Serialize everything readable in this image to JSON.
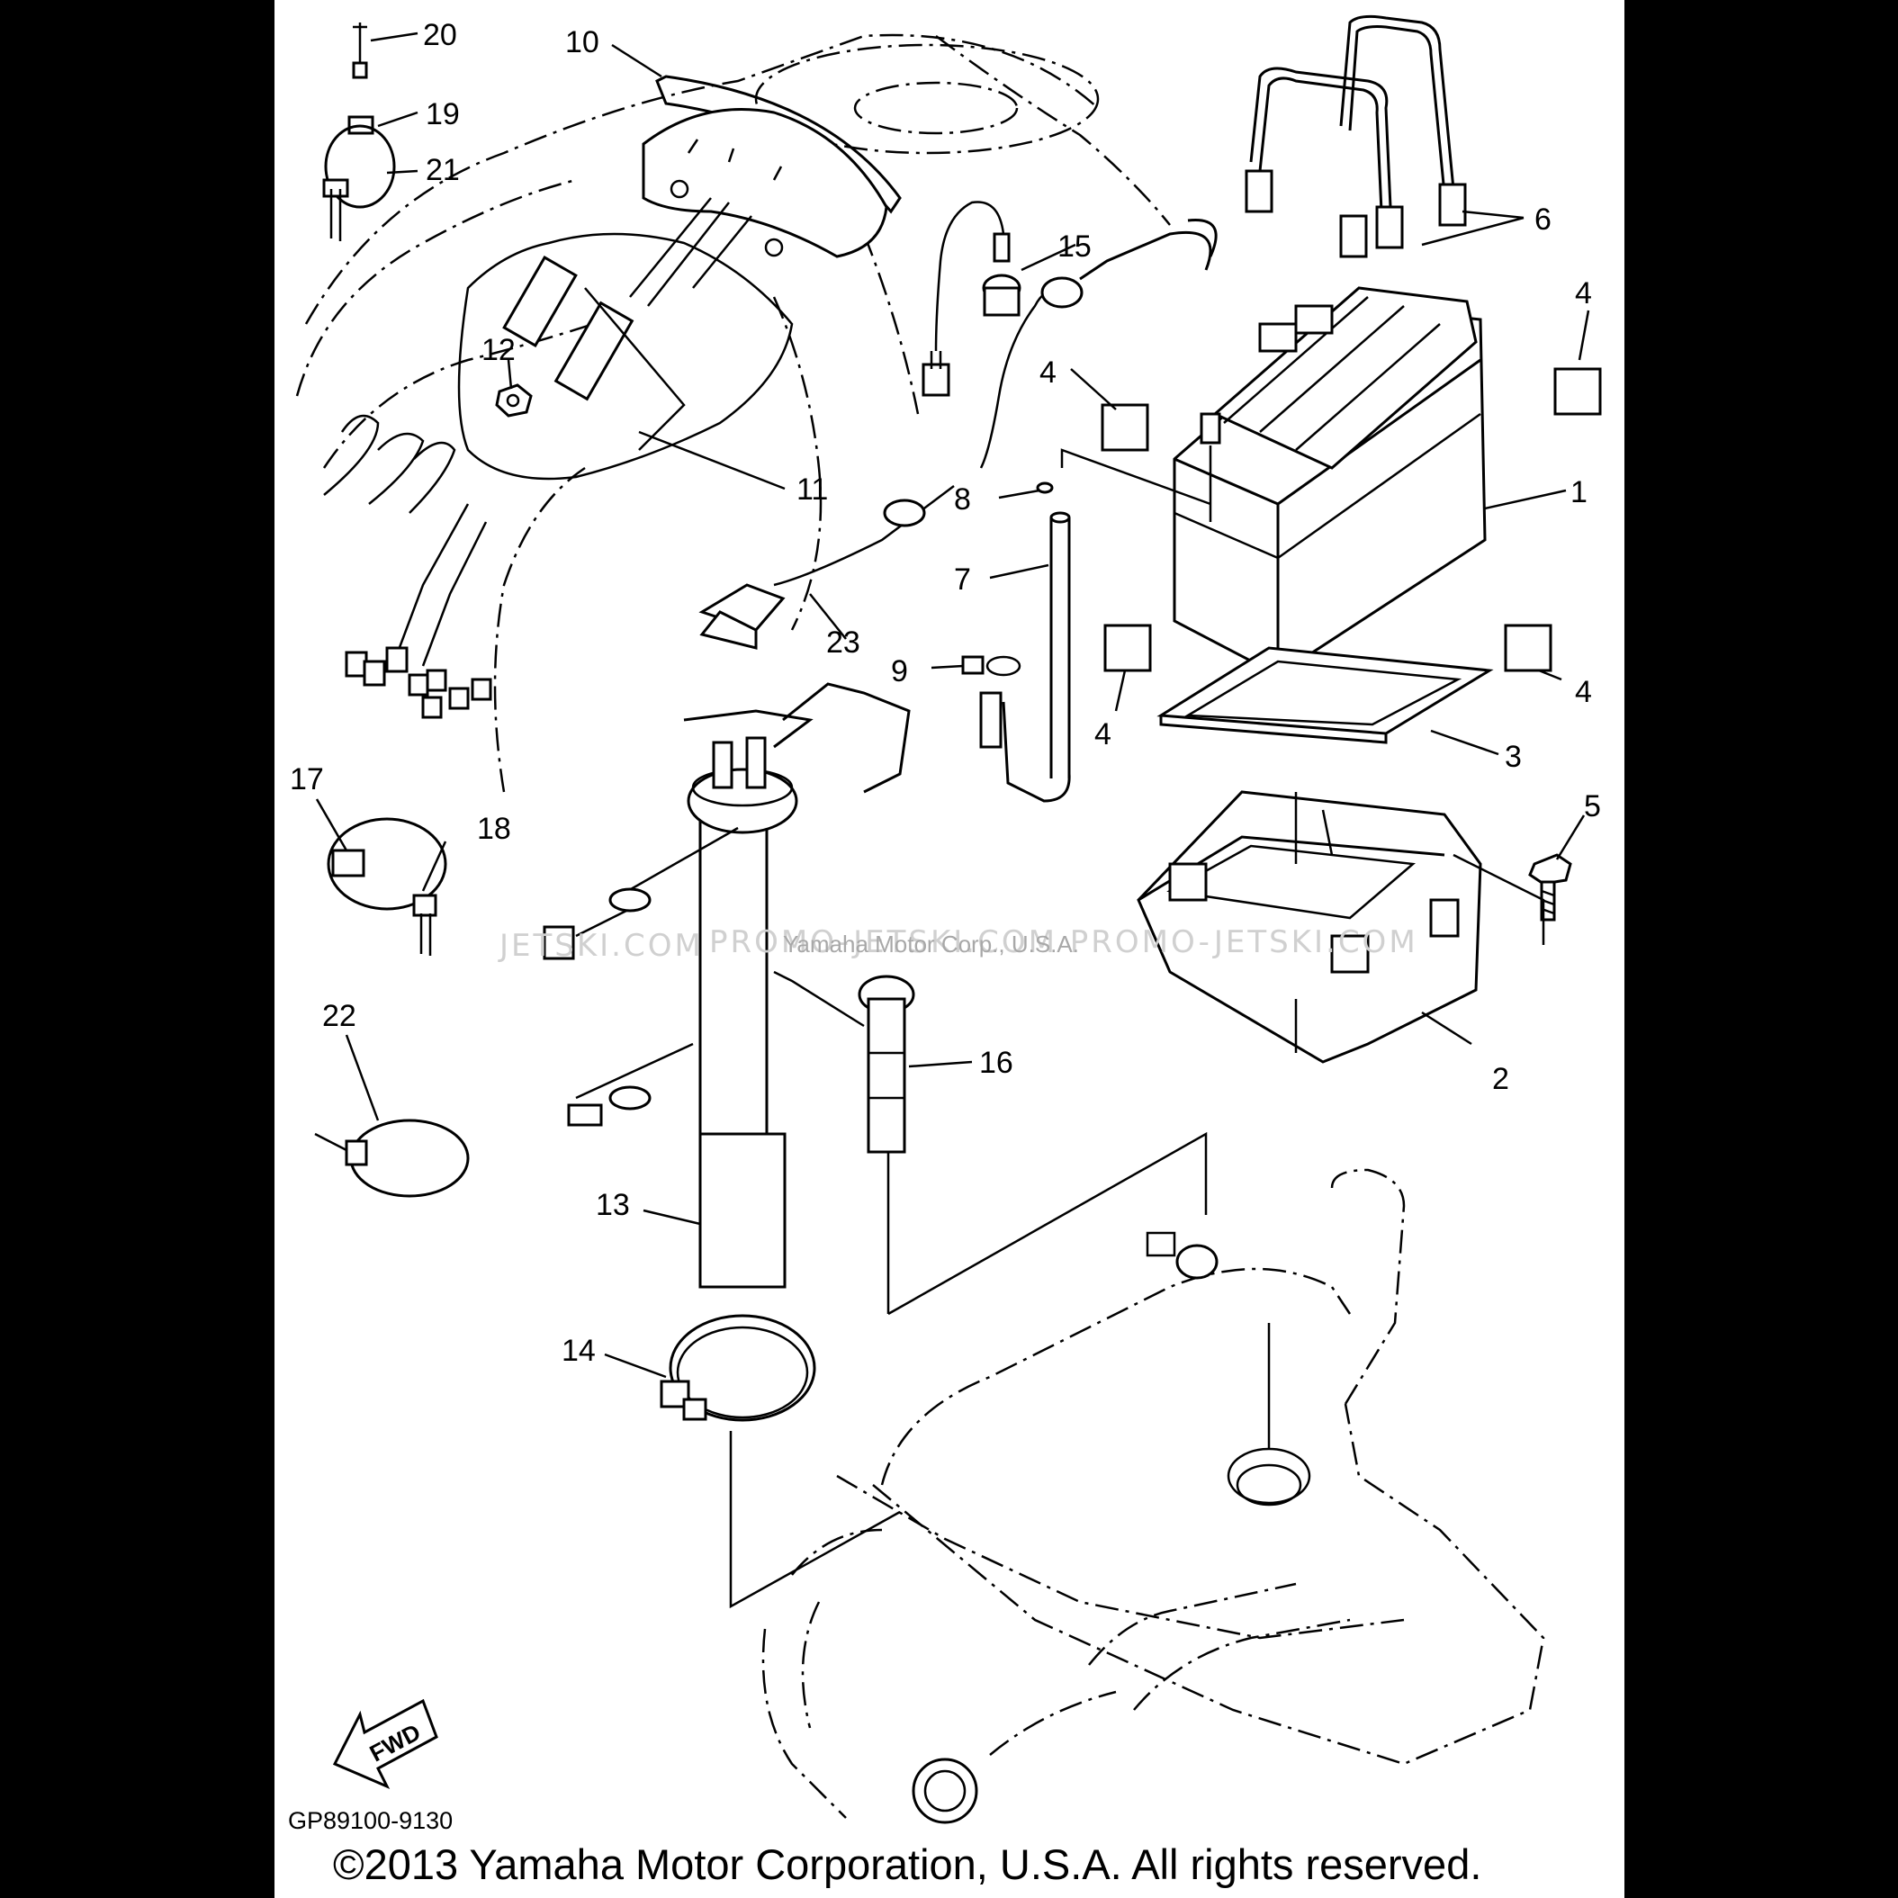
{
  "diagram": {
    "part_code": "GP89100-9130",
    "copyright": "©2013 Yamaha Motor Corporation, U.S.A. All rights reserved.",
    "watermark_left": "JETSKI.COM",
    "watermark_right": "PROMO-JETSKI.COM  PROMO-JETSKI.COM",
    "watermark_center": "Yamaha Motor Corp., U.S.A.",
    "fwd_label": "FWD",
    "callouts": {
      "c1": "1",
      "c2": "2",
      "c3": "3",
      "c4a": "4",
      "c4b": "4",
      "c4c": "4",
      "c4d": "4",
      "c5": "5",
      "c6": "6",
      "c7": "7",
      "c8": "8",
      "c9": "9",
      "c10": "10",
      "c11": "11",
      "c12": "12",
      "c13": "13",
      "c14": "14",
      "c15": "15",
      "c16": "16",
      "c17": "17",
      "c18": "18",
      "c19": "19",
      "c20": "20",
      "c21": "21",
      "c22": "22",
      "c23": "23"
    }
  }
}
